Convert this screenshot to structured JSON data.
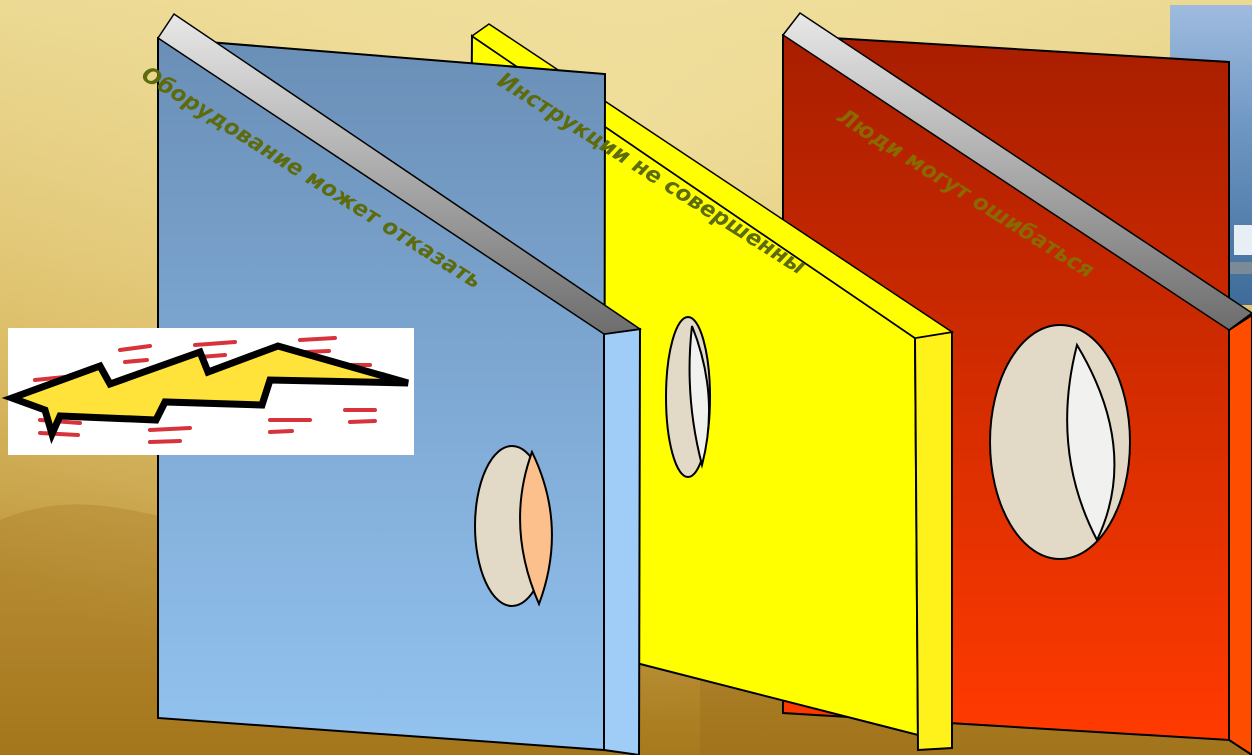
{
  "layers": [
    {
      "id": "equipment",
      "label": "Оборудование может отказать",
      "color": "#84a9d9"
    },
    {
      "id": "instructions",
      "label": "Инструкции не совершенны",
      "color": "#ffff00"
    },
    {
      "id": "people",
      "label": "Люди могут ошибаться",
      "color": "#cc2200"
    }
  ],
  "hazard_icon": "lightning-bolt-icon"
}
